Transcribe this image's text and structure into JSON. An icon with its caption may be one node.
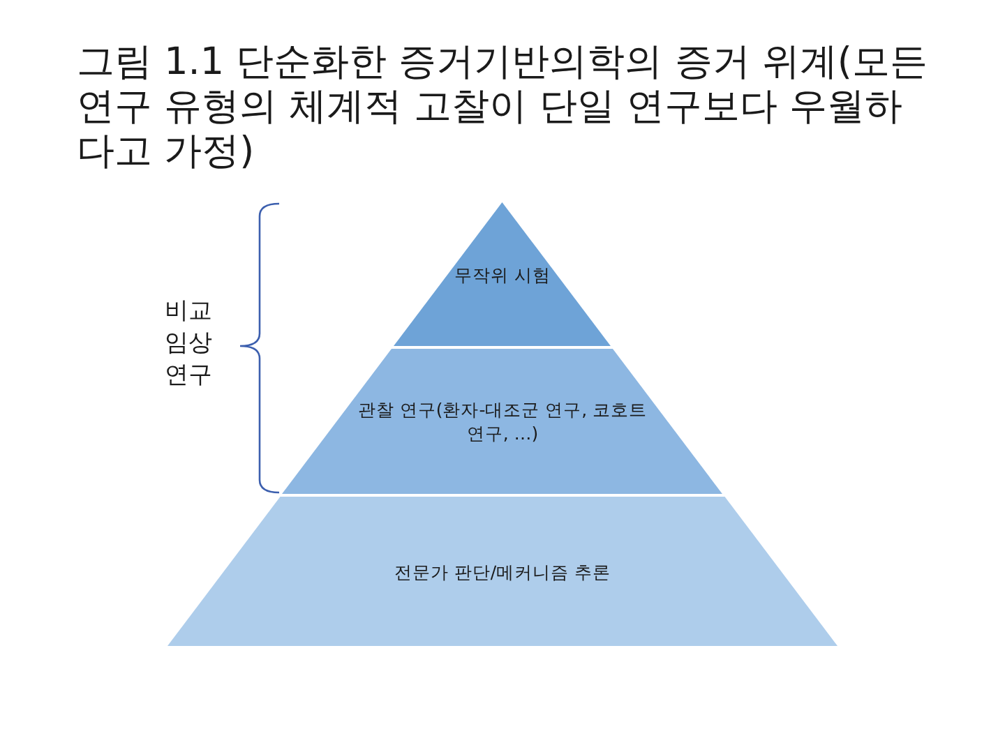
{
  "diagram": {
    "title": "그림 1.1 단순화한 증거기반의학의 증거 위계(모든 연구 유형의 체계적 고찰이 단일 연구보다 우월하다고 가정)",
    "nodes": [
      {
        "text": [
          "무작위 시험"
        ]
      },
      {
        "text": [
          "관찰 연구(환자-대조군 연구, 코호트 연구, …)"
        ]
      },
      {
        "text": [
          "전문가 판단/메커니즘 추론"
        ]
      }
    ],
    "labels": [
      "비교 임상 연구"
    ]
  }
}
